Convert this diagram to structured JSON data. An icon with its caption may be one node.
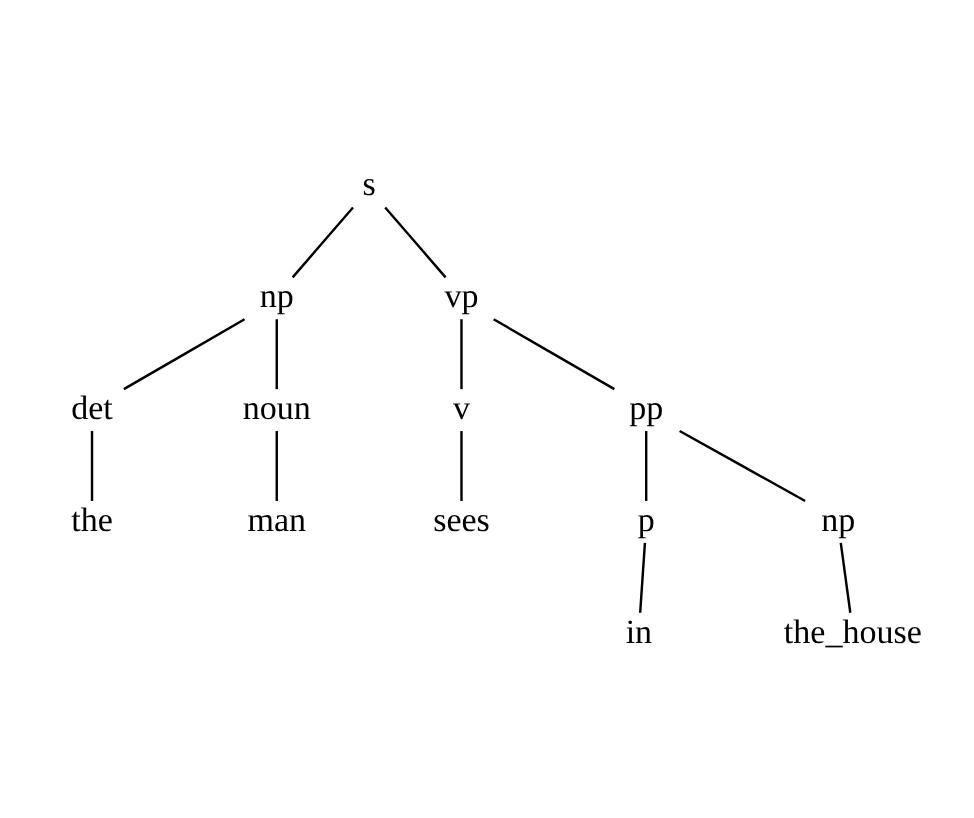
{
  "diagram": {
    "nodes": [
      {
        "text": [
          "s"
        ]
      },
      {
        "text": [
          "np"
        ]
      },
      {
        "text": [
          "vp"
        ]
      },
      {
        "text": [
          "det"
        ]
      },
      {
        "text": [
          "noun"
        ]
      },
      {
        "text": [
          "v"
        ]
      },
      {
        "text": [
          "pp"
        ]
      },
      {
        "text": [
          "the"
        ]
      },
      {
        "text": [
          "man"
        ]
      },
      {
        "text": [
          "sees"
        ]
      },
      {
        "text": [
          "p"
        ]
      },
      {
        "text": [
          "np"
        ]
      },
      {
        "text": [
          "in"
        ]
      },
      {
        "text": [
          "the_house"
        ]
      }
    ],
    "edges": [
      {
        "from": 0,
        "to": 1,
        "arrow": "none"
      },
      {
        "from": 0,
        "to": 2,
        "arrow": "none"
      },
      {
        "from": 1,
        "to": 3,
        "arrow": "none"
      },
      {
        "from": 1,
        "to": 4,
        "arrow": "none"
      },
      {
        "from": 2,
        "to": 5,
        "arrow": "none"
      },
      {
        "from": 2,
        "to": 6,
        "arrow": "none"
      },
      {
        "from": 3,
        "to": 7,
        "arrow": "none"
      },
      {
        "from": 4,
        "to": 8,
        "arrow": "none"
      },
      {
        "from": 5,
        "to": 9,
        "arrow": "none"
      },
      {
        "from": 6,
        "to": 10,
        "arrow": "none"
      },
      {
        "from": 6,
        "to": 11,
        "arrow": "none"
      },
      {
        "from": 10,
        "to": 12,
        "arrow": "none"
      },
      {
        "from": 11,
        "to": 13,
        "arrow": "none"
      }
    ]
  }
}
